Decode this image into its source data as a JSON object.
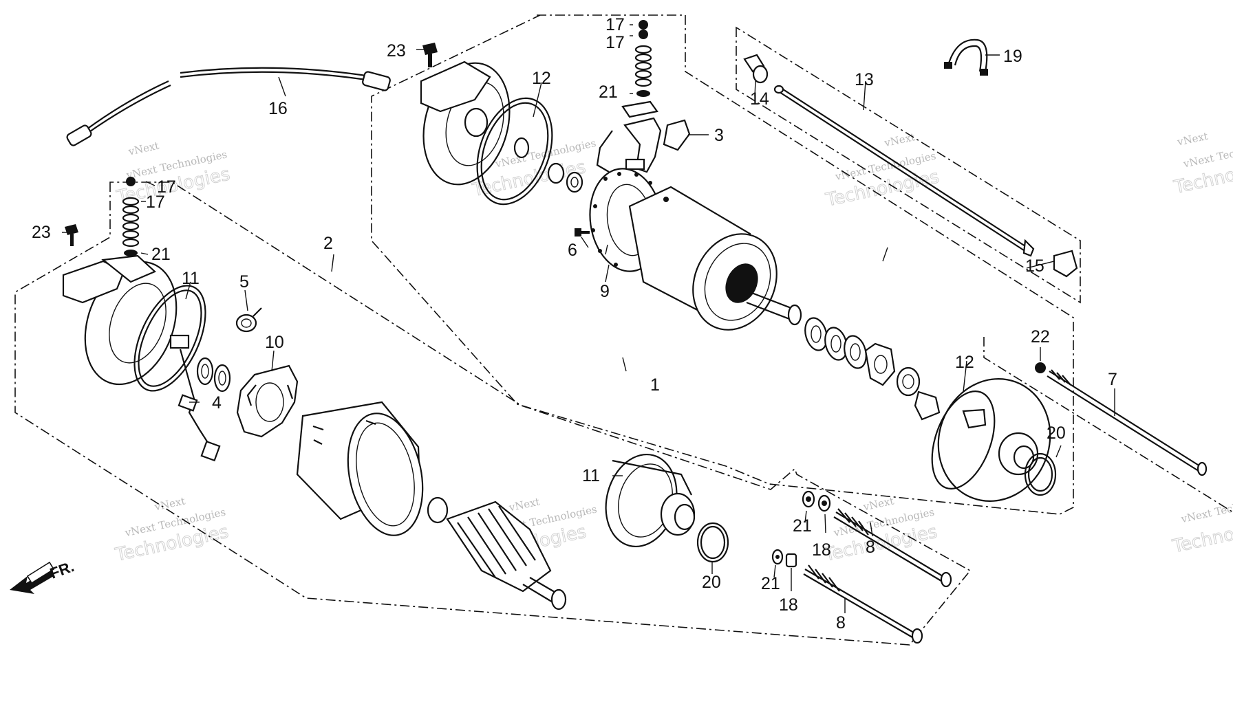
{
  "watermark": {
    "line1": "vNext Technologies",
    "line2": "Technologies",
    "line3": "vNext"
  },
  "direction_label": "FR.",
  "callouts": {
    "c1": "1",
    "c2": "2",
    "c3": "3",
    "c4": "4",
    "c5": "5",
    "c6": "6",
    "c7": "7",
    "c8a": "8",
    "c8b": "8",
    "c9": "9",
    "c10": "10",
    "c11a": "11",
    "c11b": "11",
    "c12a": "12",
    "c12b": "12",
    "c13": "13",
    "c14": "14",
    "c15": "15",
    "c16": "16",
    "c17a": "17",
    "c17b": "17",
    "c17c": "17",
    "c17d": "17",
    "c18a": "18",
    "c18b": "18",
    "c19": "19",
    "c20a": "20",
    "c20b": "20",
    "c21a": "21",
    "c21b": "21",
    "c21c": "21",
    "c21d": "21",
    "c22": "22",
    "c23a": "23",
    "c23b": "23"
  }
}
